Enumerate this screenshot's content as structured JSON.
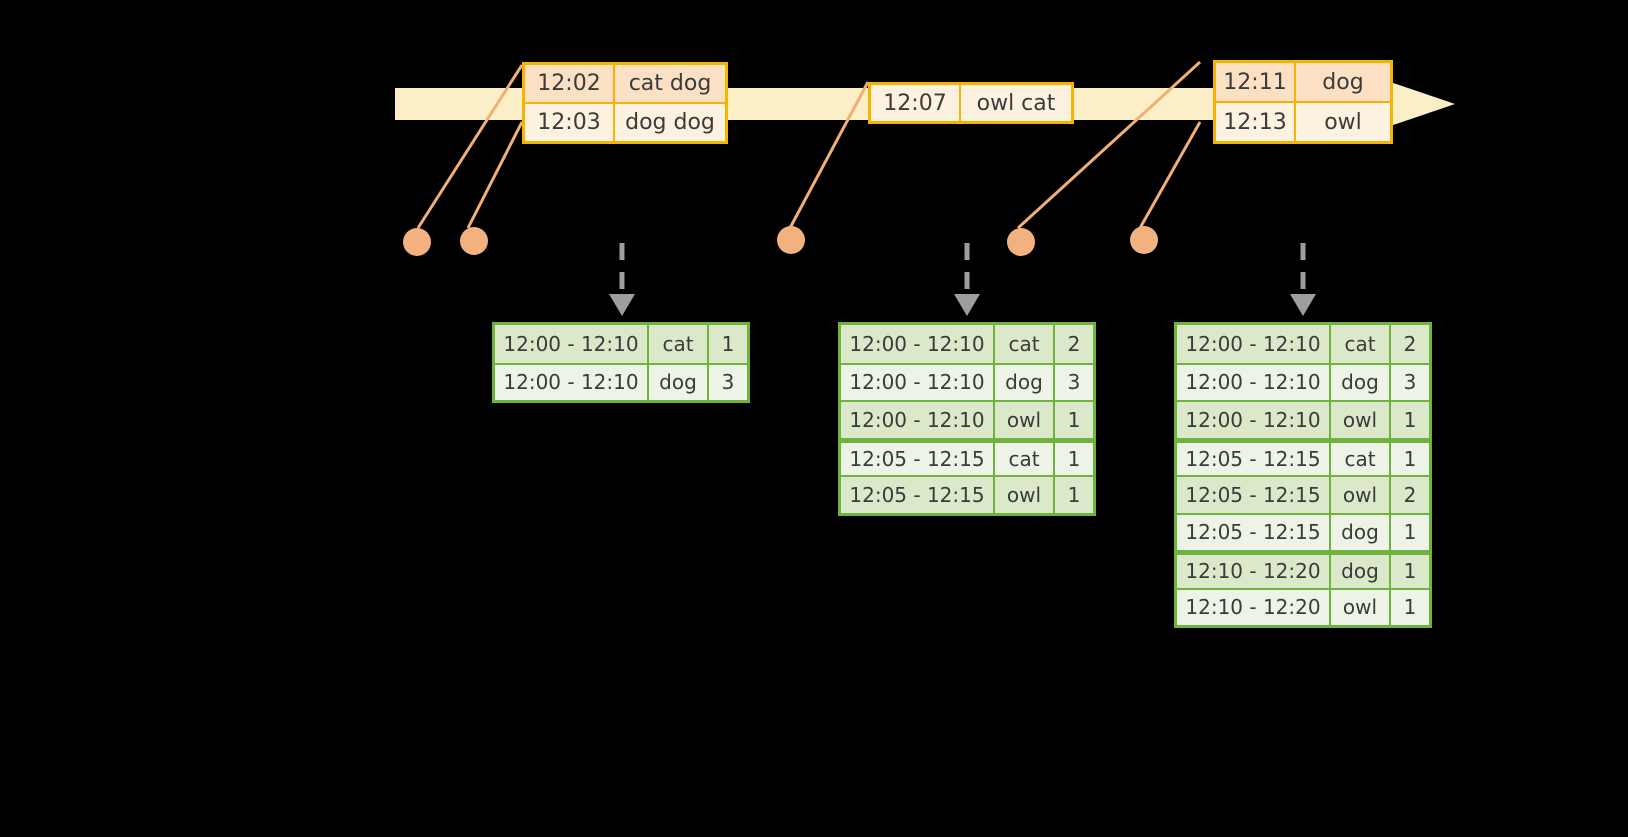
{
  "colors": {
    "background": "#000000",
    "timeline_fill": "#FCEFC7",
    "event_border": "#F5B400",
    "event_fill": "#FDF1E0",
    "event_fill_shade": "#FBE0C3",
    "connector_line": "#F0AE78",
    "dot": "#F3B180",
    "table_border": "#6FB33F",
    "table_row_dark": "#DCE8CA",
    "table_row_light": "#EDF3E6",
    "arrow_gray": "#9E9E9E"
  },
  "timeline": {
    "name": "event-stream-timeline",
    "events": [
      {
        "group": "event-box-1",
        "rows": [
          {
            "time": "12:02",
            "value": "cat dog"
          },
          {
            "time": "12:03",
            "value": "dog dog"
          }
        ]
      },
      {
        "group": "event-box-2",
        "rows": [
          {
            "time": "12:07",
            "value": "owl cat"
          }
        ]
      },
      {
        "group": "event-box-3",
        "rows": [
          {
            "time": "12:11",
            "value": "dog"
          },
          {
            "time": "12:13",
            "value": "owl"
          }
        ]
      }
    ]
  },
  "dots": [
    {
      "name": "event-dot-1",
      "label": "12:02"
    },
    {
      "name": "event-dot-2",
      "label": "12:03"
    },
    {
      "name": "event-dot-3",
      "label": "12:07"
    },
    {
      "name": "event-dot-4",
      "label": "12:11"
    },
    {
      "name": "event-dot-5",
      "label": "12:13"
    }
  ],
  "result_tables": [
    {
      "name": "result-table-1",
      "rows": [
        {
          "window": "12:00 - 12:10",
          "key": "cat",
          "count": "1",
          "shade": "dark",
          "group_start": false
        },
        {
          "window": "12:00 - 12:10",
          "key": "dog",
          "count": "3",
          "shade": "light",
          "group_start": false
        }
      ]
    },
    {
      "name": "result-table-2",
      "rows": [
        {
          "window": "12:00 - 12:10",
          "key": "cat",
          "count": "2",
          "shade": "dark",
          "group_start": false
        },
        {
          "window": "12:00 - 12:10",
          "key": "dog",
          "count": "3",
          "shade": "light",
          "group_start": false
        },
        {
          "window": "12:00 - 12:10",
          "key": "owl",
          "count": "1",
          "shade": "dark",
          "group_start": false
        },
        {
          "window": "12:05 - 12:15",
          "key": "cat",
          "count": "1",
          "shade": "light",
          "group_start": true
        },
        {
          "window": "12:05 - 12:15",
          "key": "owl",
          "count": "1",
          "shade": "dark",
          "group_start": false
        }
      ]
    },
    {
      "name": "result-table-3",
      "rows": [
        {
          "window": "12:00 - 12:10",
          "key": "cat",
          "count": "2",
          "shade": "dark",
          "group_start": false
        },
        {
          "window": "12:00 - 12:10",
          "key": "dog",
          "count": "3",
          "shade": "light",
          "group_start": false
        },
        {
          "window": "12:00 - 12:10",
          "key": "owl",
          "count": "1",
          "shade": "dark",
          "group_start": false
        },
        {
          "window": "12:05 - 12:15",
          "key": "cat",
          "count": "1",
          "shade": "light",
          "group_start": true
        },
        {
          "window": "12:05 - 12:15",
          "key": "owl",
          "count": "2",
          "shade": "dark",
          "group_start": false
        },
        {
          "window": "12:05 - 12:15",
          "key": "dog",
          "count": "1",
          "shade": "light",
          "group_start": false
        },
        {
          "window": "12:10 - 12:20",
          "key": "dog",
          "count": "1",
          "shade": "dark",
          "group_start": true
        },
        {
          "window": "12:10 - 12:20",
          "key": "owl",
          "count": "1",
          "shade": "light",
          "group_start": false
        }
      ]
    }
  ]
}
